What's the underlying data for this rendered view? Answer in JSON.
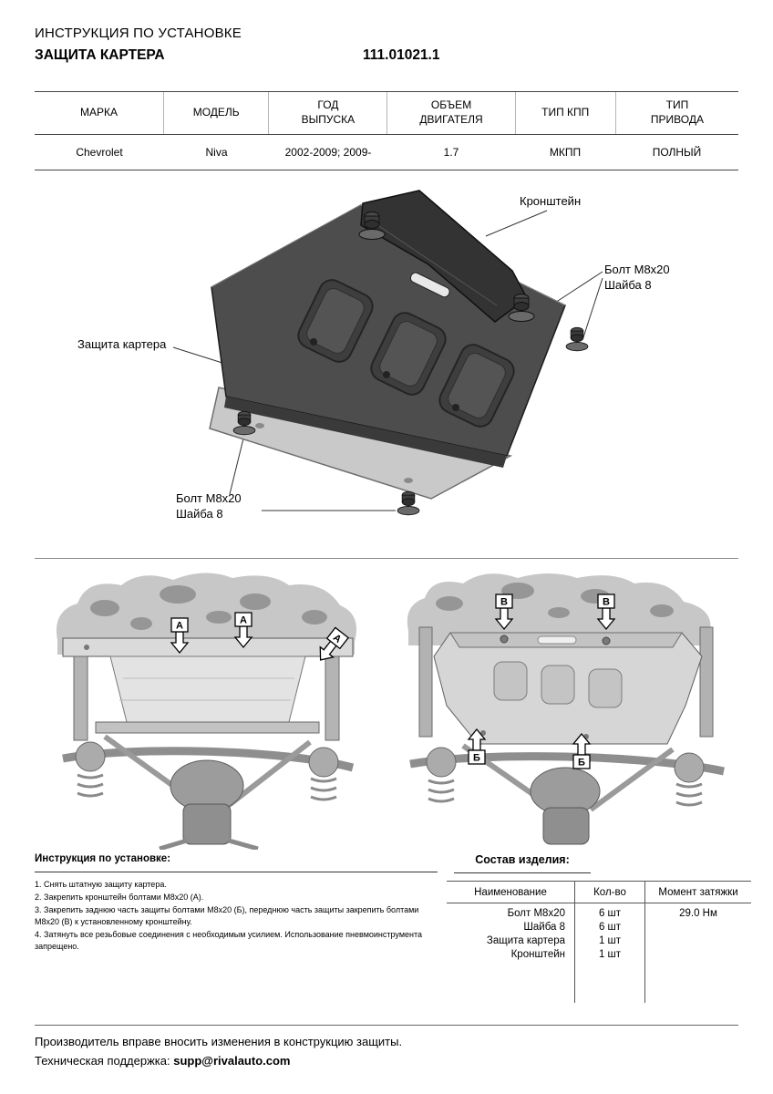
{
  "header": {
    "line1": "ИНСТРУКЦИЯ ПО УСТАНОВКЕ",
    "line2": "ЗАЩИТА КАРТЕРА",
    "part_number": "111.01021.1"
  },
  "spec": {
    "headers": [
      "МАРКА",
      "МОДЕЛЬ",
      "ГОД\nВЫПУСКА",
      "ОБЪЕМ\nДВИГАТЕЛЯ",
      "ТИП КПП",
      "ТИП\nПРИВОДА"
    ],
    "row": [
      "Chevrolet",
      "Niva",
      "2002-2009; 2009-",
      "1.7",
      "МКПП",
      "ПОЛНЫЙ"
    ]
  },
  "diagram": {
    "label_bracket": "Кронштейн",
    "label_plate": "Защита картера",
    "bolt_right": {
      "line1": "Болт М8х20",
      "line2": "Шайба 8"
    },
    "bolt_bottom": {
      "line1": "Болт М8х20",
      "line2": "Шайба 8"
    }
  },
  "photos": {
    "left_markers": [
      "А",
      "А",
      "А"
    ],
    "right_markers": [
      "В",
      "В",
      "Б",
      "Б"
    ]
  },
  "instructions": {
    "title": "Инструкция по установке:",
    "steps": [
      "1. Снять штатную защиту картера.",
      "2. Закрепить кронштейн болтами М8х20 (А).",
      "3. Закрепить заднюю часть защиты болтами М8х20 (Б), переднюю часть защиты закрепить болтами М8х20 (В) к установленному кронштейну.",
      "4. Затянуть все резьбовые соединения с необходимым усилием. Использование пневмоинструмента запрещено."
    ]
  },
  "composition": {
    "title": "Состав изделия:",
    "headers": [
      "Наименование",
      "Кол-во",
      "Момент затяжки"
    ],
    "rows": [
      {
        "name": "Болт М8х20",
        "qty": "6 шт",
        "torque": "29.0 Нм"
      },
      {
        "name": "Шайба 8",
        "qty": "6 шт",
        "torque": ""
      },
      {
        "name": "Защита картера",
        "qty": "1 шт",
        "torque": ""
      },
      {
        "name": "Кронштейн",
        "qty": "1 шт",
        "torque": ""
      }
    ]
  },
  "footer": {
    "line1": "Производитель вправе вносить изменения в конструкцию защиты.",
    "support_label": "Техническая поддержка:",
    "support_email": "supp@rivalauto.com"
  }
}
